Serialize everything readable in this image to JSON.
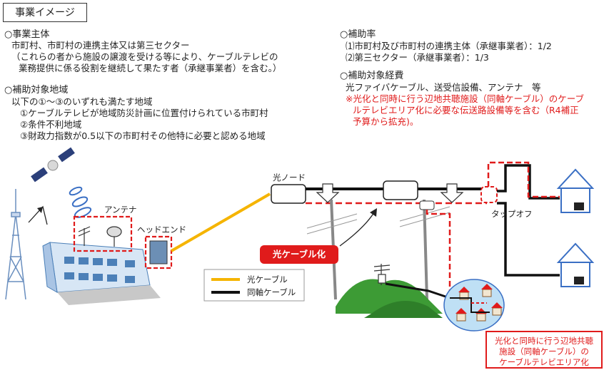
{
  "title": "事業イメージ",
  "left_text": {
    "entity_heading": "○事業主体",
    "entity_line1": "市町村、市町村の連携主体又は第三セクター",
    "entity_line2": "（これらの者から施設の譲渡を受ける等により、ケーブルテレビの",
    "entity_line3": "業務提供に係る役割を継続して果たす者（承継事業者）を含む。）",
    "area_heading": "○補助対象地域",
    "area_line1": "以下の①～③のいずれも満たす地域",
    "area_item1": "①ケーブルテレビが地域防災計画に位置付けられている市町村",
    "area_item2": "②条件不利地域",
    "area_item3": "③財政力指数が0.5以下の市町村その他特に必要と認める地域"
  },
  "right_text": {
    "rate_heading": "○補助率",
    "rate_item1": "⑴市町村及び市町村の連携主体（承継事業者）：1/2",
    "rate_item2": "⑵第三セクター（承継事業者）：1/3",
    "cost_heading": "○補助対象経費",
    "cost_line1": "光ファイバケーブル、送受信設備、アンテナ　等",
    "cost_note1": "※光化と同時に行う辺地共聴施設（同軸ケーブル）のケーブ",
    "cost_note2": "ルテレビエリア化に必要な伝送路設備等を含む（R4補正",
    "cost_note3": "予算から拡充)。"
  },
  "diagram": {
    "antenna_label": "アンテナ",
    "headend_label": "ヘッドエンド",
    "optical_node_label": "光ノード",
    "tapoff_label": "タップオフ",
    "optical_conversion_label": "光ケーブル化",
    "legend_optical": "光ケーブル",
    "legend_coax": "同軸ケーブル",
    "note_line1": "光化と同時に行う辺地共聴",
    "note_line2": "施設（同軸ケーブル）の",
    "note_line3": "ケーブルテレビエリア化"
  },
  "colors": {
    "optical": "#f5b400",
    "coax": "#111111",
    "highlight": "#e01b1b",
    "building": "#5b9bd5",
    "tree": "#3d9b35"
  }
}
